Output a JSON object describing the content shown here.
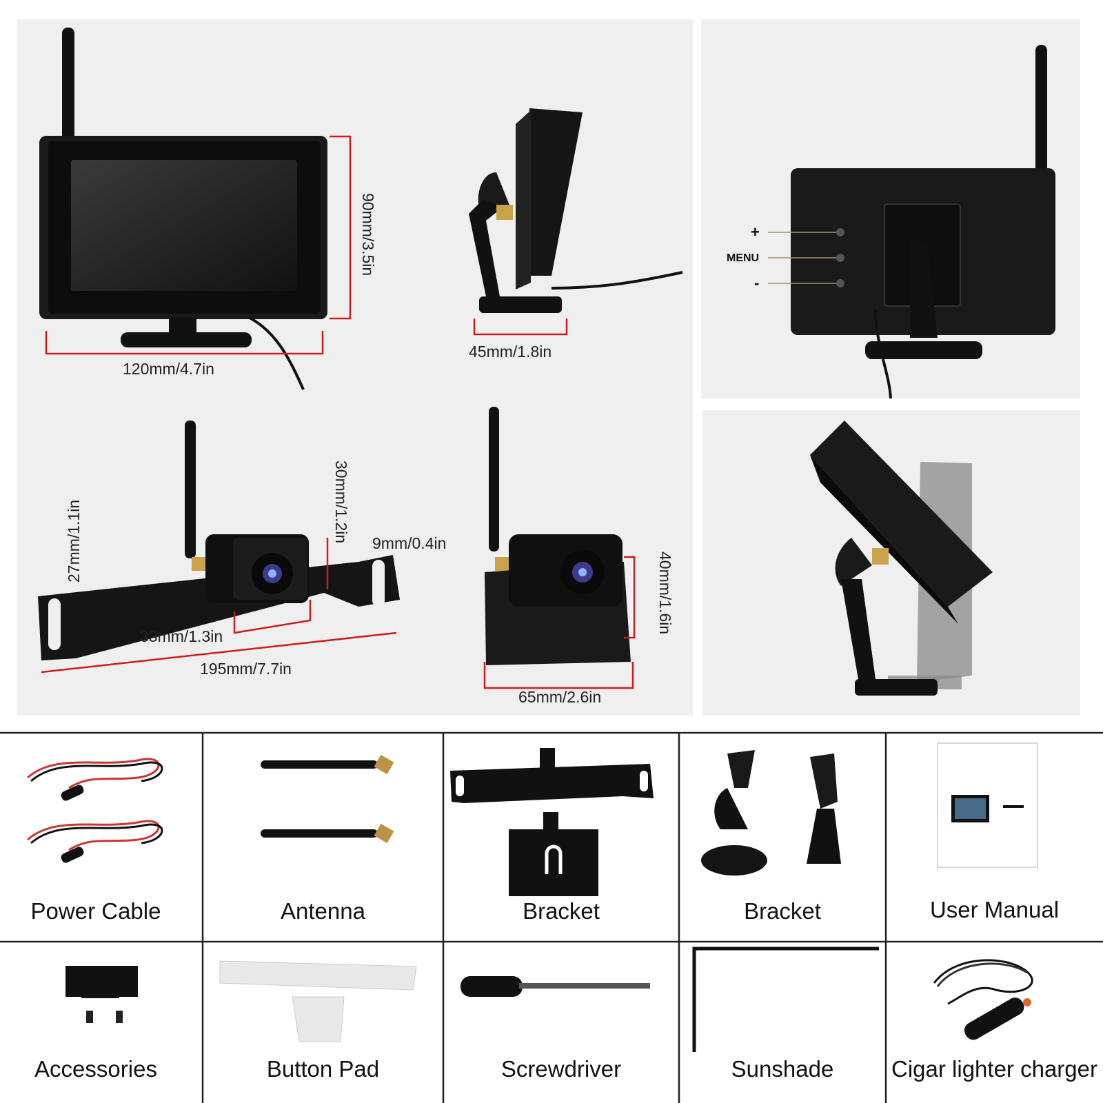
{
  "dimensions": {
    "monitor_width": "120mm/4.7in",
    "monitor_height": "90mm/3.5in",
    "monitor_depth": "45mm/1.8in",
    "bracket_height": "27mm/1.1in",
    "camera_height": "30mm/1.2in",
    "slot_width": "9mm/0.4in",
    "camera_width": "33mm/1.3in",
    "bracket_length": "195mm/7.7in",
    "mount_height": "40mm/1.6in",
    "mount_width": "65mm/2.6in"
  },
  "monitor_buttons": {
    "plus": "+",
    "menu": "MENU",
    "minus": "-"
  },
  "accessories": [
    {
      "label": "Power Cable"
    },
    {
      "label": "Antenna"
    },
    {
      "label": "Bracket"
    },
    {
      "label": "Bracket"
    },
    {
      "label": "User Manual"
    },
    {
      "label": "Accessories"
    },
    {
      "label": "Button Pad"
    },
    {
      "label": "Screwdriver"
    },
    {
      "label": "Sunshade"
    },
    {
      "label": "Cigar lighter charger"
    }
  ],
  "colors": {
    "dimension_line": "#d11a1a",
    "panel_bg": "#efefef",
    "device": "#141414",
    "grid_line": "#222222"
  }
}
